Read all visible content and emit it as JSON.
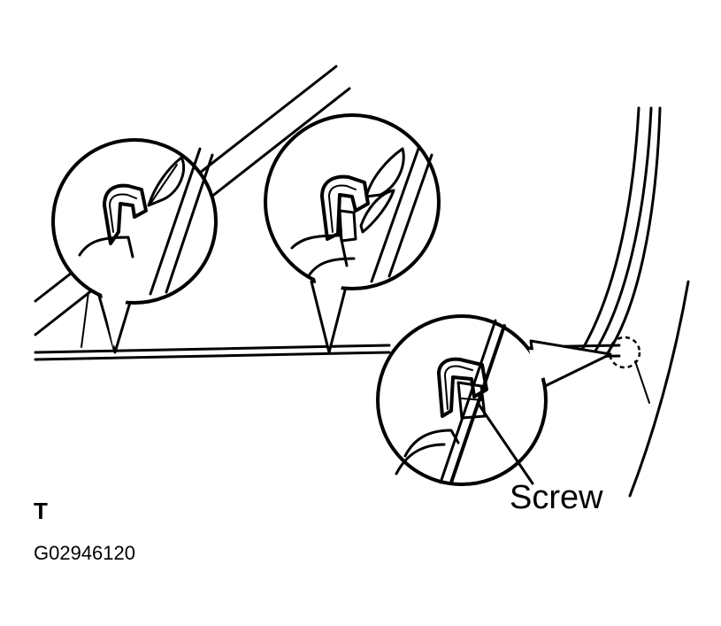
{
  "labels": {
    "screw": "Screw",
    "view_letter": "T",
    "figure_code": "G02946120"
  }
}
